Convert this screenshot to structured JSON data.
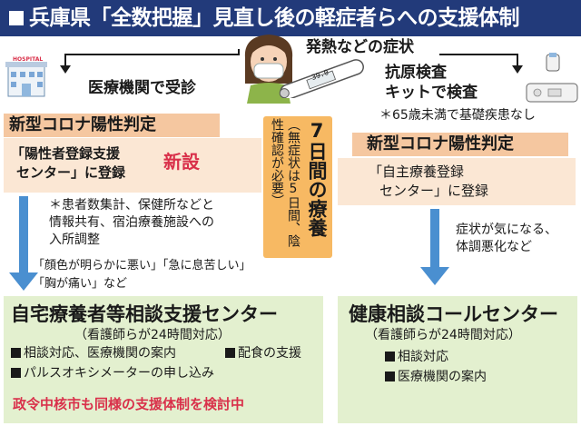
{
  "header": {
    "title": "兵庫県「全数把握」見直し後の軽症者らへの支援体制"
  },
  "top": {
    "symptom": "発熱などの症状",
    "hospital_sign": "HOSPITAL",
    "clinic": "医療機関で受診",
    "kit_line1": "抗原検査",
    "kit_line2": "キットで検査",
    "kit_note": "＊65歳未満で基礎疾患なし",
    "thermometer": "39.0"
  },
  "left": {
    "positive": "新型コロナ陽性判定",
    "center_line1": "「陽性者登録支援",
    "center_line2": "センター」に登録",
    "new_badge": "新設",
    "note_line1": "＊患者数集計、保健所などと",
    "note_line2": "情報共有、宿泊療養施設への",
    "note_line3": "入所調整",
    "cond_line1": "「顔色が明らかに悪い」「急に息苦しい」",
    "cond_line2": "「胸が痛い」など",
    "home_title": "自宅療養者等相談支援センター",
    "home_sub": "（看護師らが24時間対応）",
    "home_item1": "相談対応、医療機関の案内",
    "home_item2": "配食の支援",
    "home_item3": "パルスオキシメーターの申し込み",
    "footer": "政令中核市も同様の支援体制を検討中"
  },
  "middle": {
    "days": "7日間の療養",
    "note": "（無症状は5日間、陰性確認が必要）"
  },
  "right": {
    "positive": "新型コロナ陽性判定",
    "center_line1": "「自主療養登録",
    "center_line2": "センター」に登録",
    "cond_line1": "症状が気になる、",
    "cond_line2": "体調悪化など",
    "call_title": "健康相談コールセンター",
    "call_sub": "（看護師らが24時間対応）",
    "call_item1": "相談対応",
    "call_item2": "医療機関の案内"
  },
  "colors": {
    "header": "#223a7a",
    "accent_red": "#d9304a",
    "arrow": "#4a8fd0",
    "peach": "#fbe7d4",
    "green": "#e3f0cf",
    "orange": "#f7b963"
  }
}
